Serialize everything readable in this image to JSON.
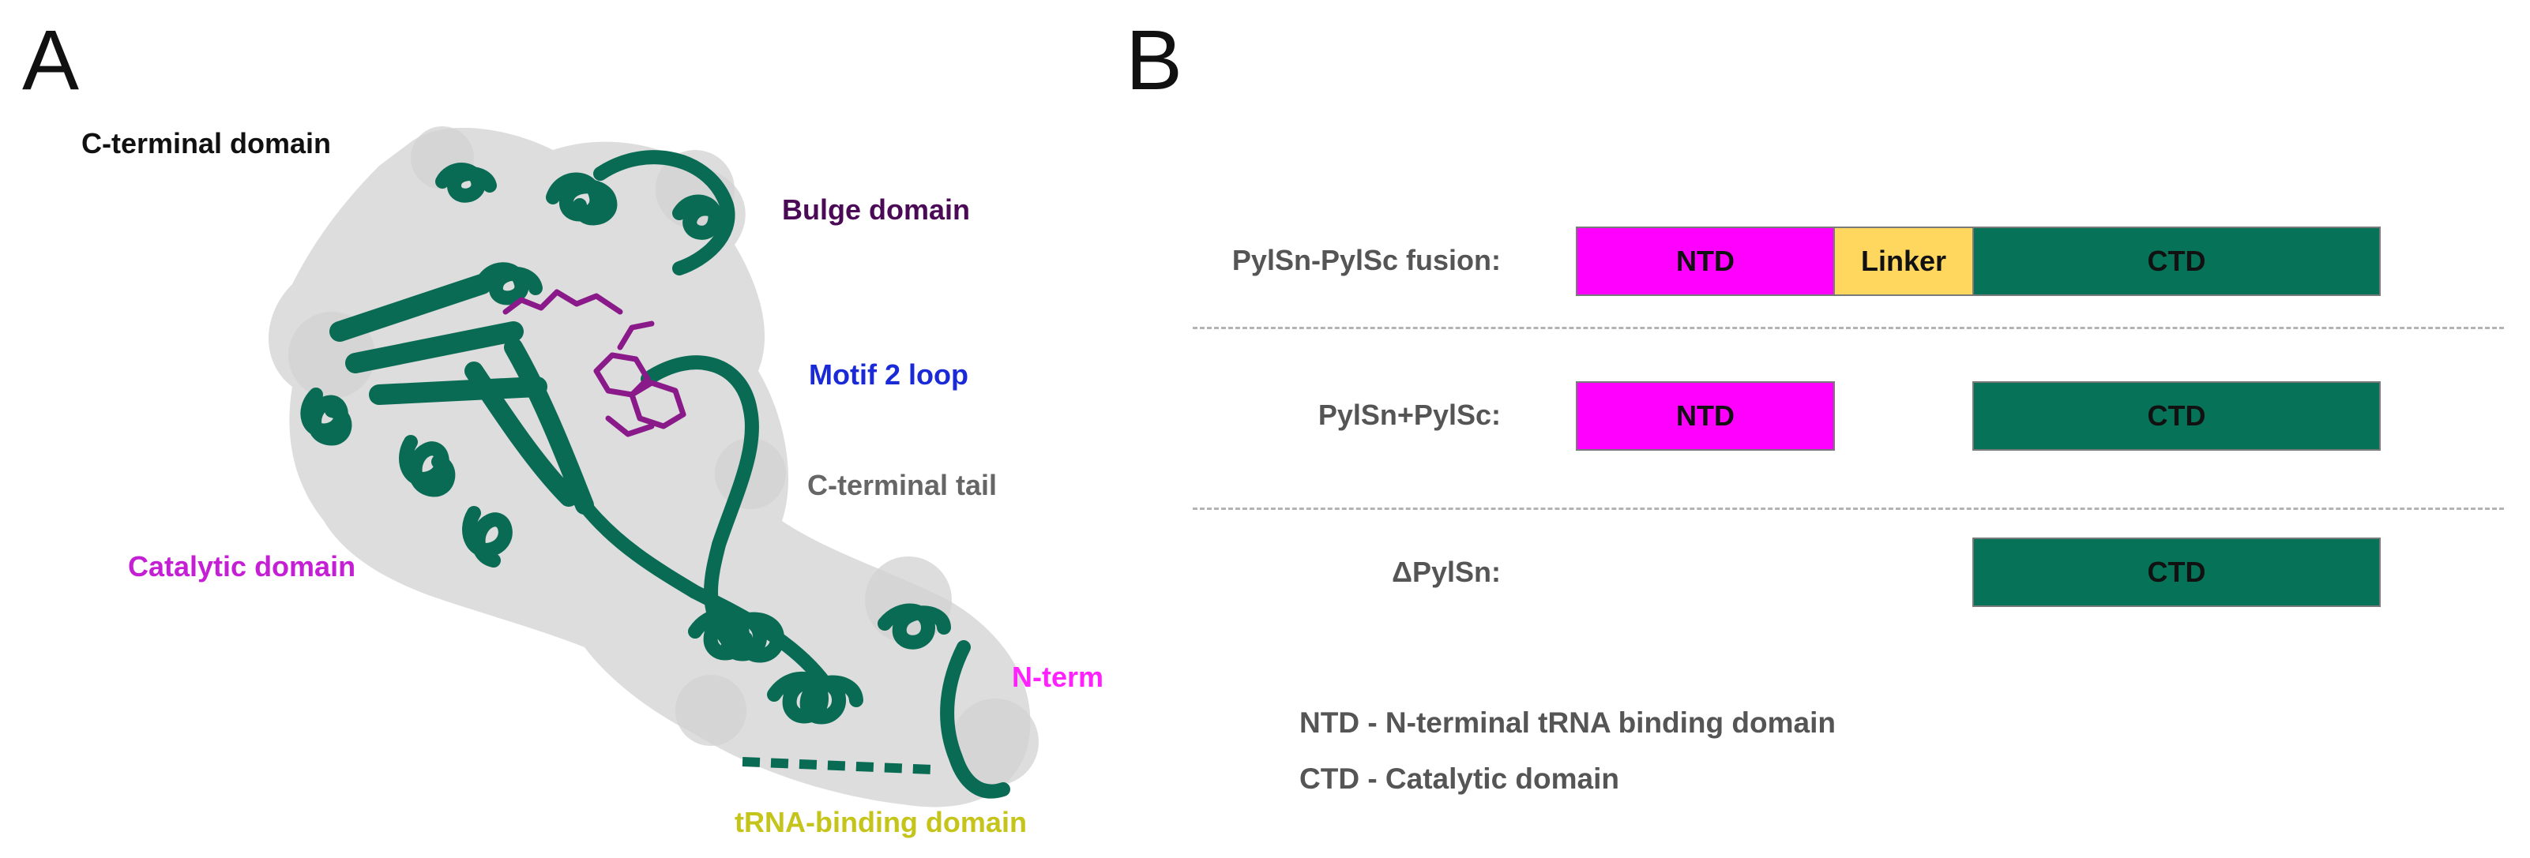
{
  "panel_a": {
    "letter": "A",
    "labels": {
      "c_terminal_domain": "C-terminal domain",
      "bulge_domain": "Bulge domain",
      "motif2_loop": "Motif 2 loop",
      "c_terminal_tail": "C-terminal tail",
      "catalytic_domain": "Catalytic domain",
      "n_term": "N-term",
      "trna_binding_domain": "tRNA-binding domain"
    },
    "colors": {
      "c_terminal_domain": "#111111",
      "bulge_domain": "#4a0a55",
      "motif2_loop": "#1a2ad6",
      "c_terminal_tail": "#666666",
      "catalytic_domain": "#c51fd6",
      "n_term": "#ff22ff",
      "trna_binding_domain": "#c4c41a",
      "ribbon": "#0a6b55",
      "surface": "#cfcfcf",
      "ligand": "#8a1a8a"
    }
  },
  "panel_b": {
    "letter": "B",
    "rows": [
      {
        "label": "PylSn-PylSc fusion:",
        "segments": [
          {
            "name": "NTD",
            "type": "ntd"
          },
          {
            "name": "Linker",
            "type": "linker"
          },
          {
            "name": "CTD",
            "type": "ctd"
          }
        ]
      },
      {
        "label": "PylSn+PylSc:",
        "segments": [
          {
            "name": "NTD",
            "type": "ntd"
          },
          {
            "name": "CTD",
            "type": "ctd"
          }
        ]
      },
      {
        "label": "ΔPylSn:",
        "segments": [
          {
            "name": "CTD",
            "type": "ctd"
          }
        ]
      }
    ],
    "legend": [
      "NTD - N-terminal tRNA binding domain",
      "CTD - Catalytic domain"
    ],
    "colors": {
      "ntd": "#ff00ff",
      "linker": "#ffd75e",
      "ctd": "#067358"
    }
  }
}
